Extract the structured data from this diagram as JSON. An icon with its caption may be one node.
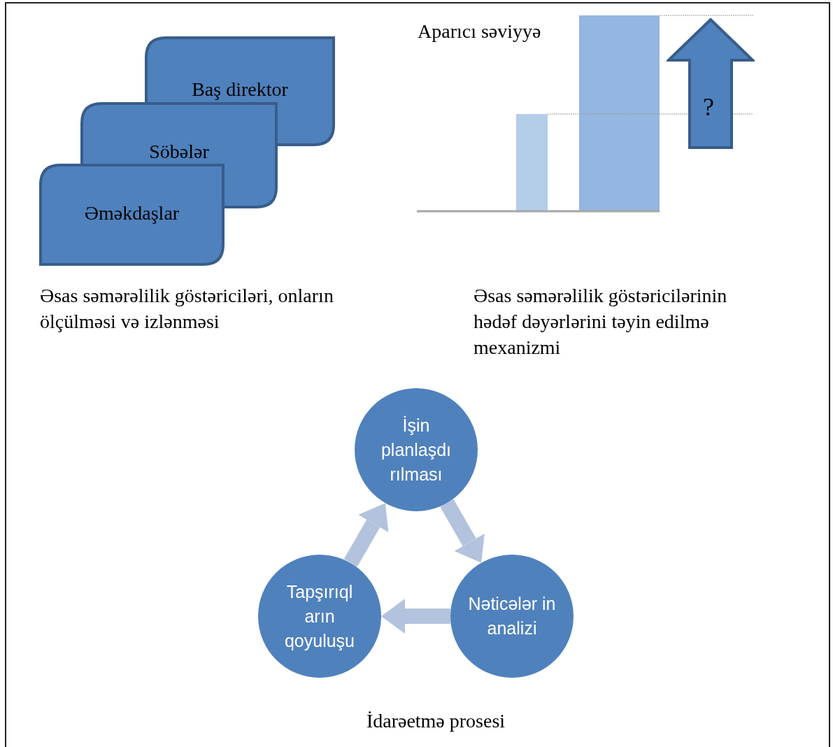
{
  "diagram": {
    "nodes": [
      {
        "text": [
          "Baş direktor"
        ]
      },
      {
        "text": [
          "Söbələr"
        ]
      },
      {
        "text": [
          "Əməkdaşlar"
        ]
      },
      {
        "text": [
          "?"
        ]
      },
      {
        "text": [
          "İşin planlaşdı rılması"
        ]
      },
      {
        "text": [
          "Nəticələr in analizi"
        ]
      },
      {
        "text": [
          "Tapşırıql arın qoyuluşu"
        ]
      }
    ],
    "edges": [
      {
        "from": 4,
        "to": 5,
        "arrow": "to"
      },
      {
        "from": 5,
        "to": 6,
        "arrow": "to"
      },
      {
        "from": 6,
        "to": 4,
        "arrow": "to"
      }
    ],
    "labels": [
      "Aparıcı səviyyə",
      "Əsas səmərəlilik göstəriciləri, onların ölçülməsi və izlənməsi",
      "Əsas səmərəlilik  göstəricilərinin hədəf dəyərlərini təyin edilmə mexanizmi",
      "İdarəetmə prosesi"
    ]
  }
}
